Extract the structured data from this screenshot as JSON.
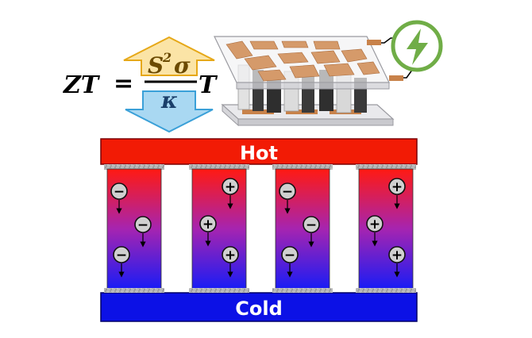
{
  "formula": {
    "lhs": "ZT",
    "equals": "=",
    "numerator_base": "S",
    "numerator_exp": "2",
    "numerator_sigma": "σ",
    "denominator": "κ",
    "multiplier": "T",
    "up_arrow_color": "#fbe4a6",
    "down_arrow_color": "#a9d8f2"
  },
  "plates": {
    "hot_label": "Hot",
    "cold_label": "Cold",
    "hot_color": "#f21b05",
    "cold_color": "#0c11e6"
  },
  "legs": [
    {
      "type": "n",
      "carriers": [
        "−",
        "−",
        "−"
      ]
    },
    {
      "type": "p",
      "carriers": [
        "+",
        "+",
        "+"
      ]
    },
    {
      "type": "n",
      "carriers": [
        "−",
        "−",
        "−"
      ]
    },
    {
      "type": "p",
      "carriers": [
        "+",
        "+",
        "+"
      ]
    }
  ],
  "power_icon": "lightning-bolt-icon",
  "power_color": "#70ad47"
}
